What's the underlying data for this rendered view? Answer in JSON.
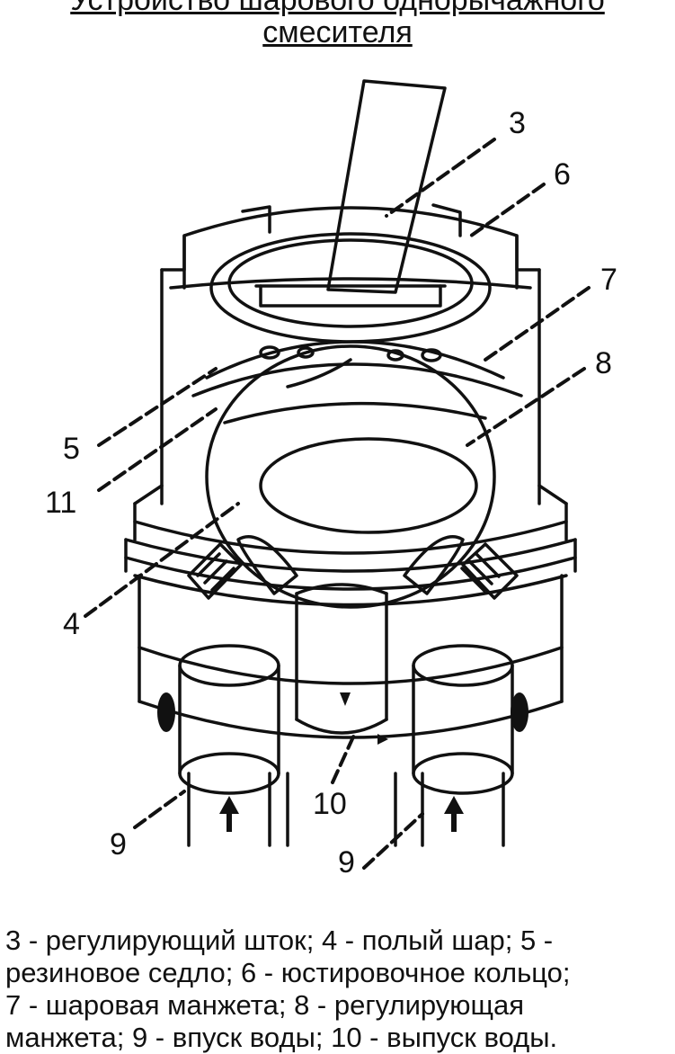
{
  "title": {
    "line1": "Устройство шарового однорычажного",
    "line2": "смесителя"
  },
  "callouts": [
    "3",
    "6",
    "7",
    "8",
    "5",
    "11",
    "4",
    "10",
    "9",
    "9"
  ],
  "caption": {
    "line1": "3 - регулирующий шток; 4 - полый шар; 5 -",
    "line2": "резиновое седло; 6 - юстировочное кольцо;",
    "line3": "7 - шаровая манжета; 8 - регулирующая",
    "line4": "манжета; 9 - впуск воды; 10 - выпуск воды."
  }
}
